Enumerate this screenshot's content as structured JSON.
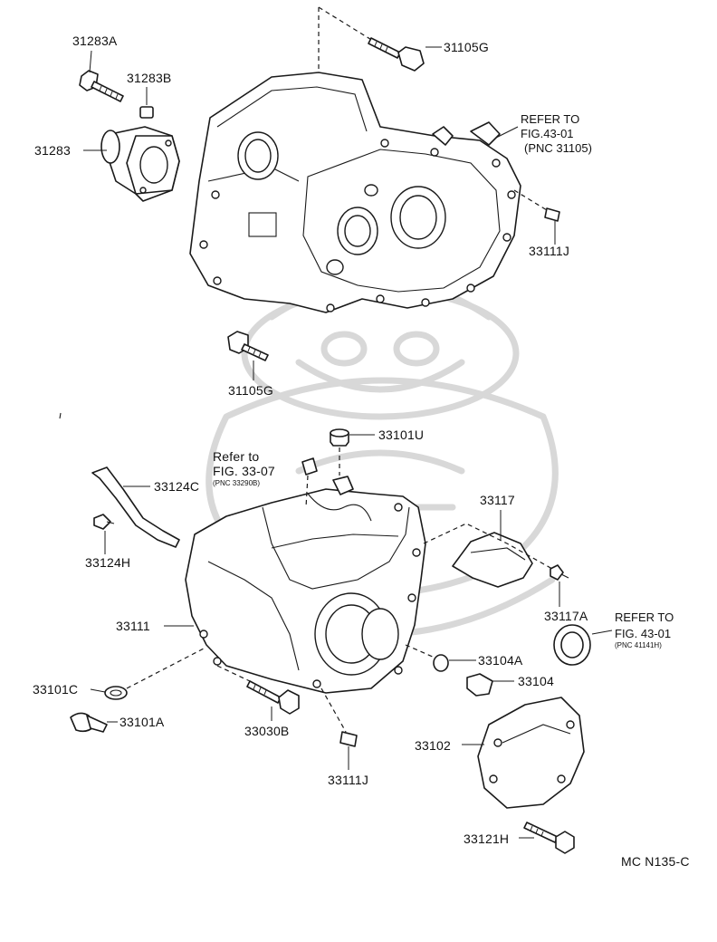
{
  "labels": {
    "p31283A": "31283A",
    "p31283B": "31283B",
    "p31283": "31283",
    "p31105G_top": "31105G",
    "p31105G_mid": "31105G",
    "p33111J_top": "33111J",
    "p33101U": "33101U",
    "p33124C": "33124C",
    "p33124H": "33124H",
    "p33117": "33117",
    "p33117A": "33117A",
    "p33111": "33111",
    "p33104A": "33104A",
    "p33104": "33104",
    "p33101C": "33101C",
    "p33101A": "33101A",
    "p33030B": "33030B",
    "p33102": "33102",
    "p33111J_bot": "33111J",
    "p33121H": "33121H"
  },
  "refs": {
    "ref_43_01_top": {
      "line1": "REFER TO",
      "line2": "FIG.43-01",
      "line3": "(PNC 31105)"
    },
    "ref_33_07": {
      "line1": "Refer to",
      "line2": "FIG. 33-07",
      "line3": "(PNC 33290B)"
    },
    "ref_43_01_bot": {
      "line1": "REFER TO",
      "line2": "FIG. 43-01",
      "line3": "(PNC 41141H)"
    }
  },
  "footer": {
    "code": "MC N135-C"
  },
  "icons": {
    "watermark": "tiki-mask-watermark-icon"
  }
}
